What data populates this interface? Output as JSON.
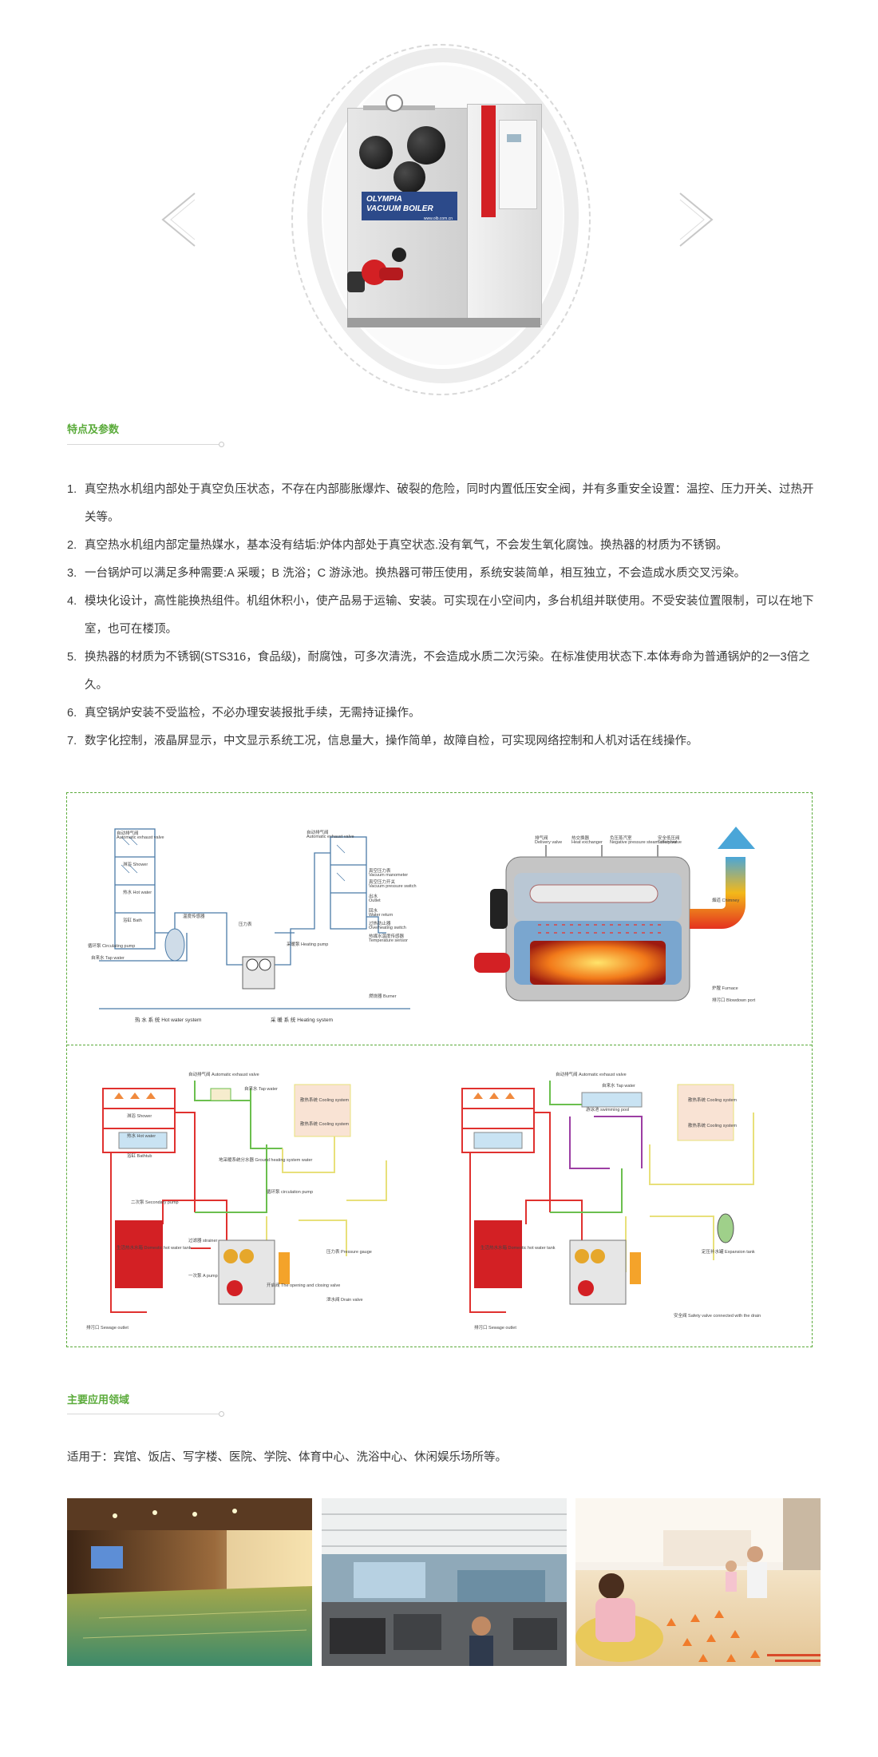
{
  "hero": {
    "brand_line1": "OLYMPIA",
    "brand_line2": "VACUUM BOILER",
    "brand_site": "www.olb.com.cn",
    "prev_icon": "chevron-left-icon",
    "next_icon": "chevron-right-icon"
  },
  "features_section": {
    "title": "特点及参数",
    "items": [
      {
        "num": "1.",
        "text": "真空热水机组内部处于真空负压状态，不存在内部膨胀爆炸、破裂的危险，同时内置低压安全阀，并有多重安全设置：温控、压力开关、过热开关等。"
      },
      {
        "num": "2.",
        "text": "真空热水机组内部定量热媒水，基本没有结垢:炉体内部处于真空状态.没有氧气，不会发生氧化腐蚀。换热器的材质为不锈钢。"
      },
      {
        "num": "3.",
        "text": "一台锅炉可以满足多种需要:A 采暖；B 洗浴；C 游泳池。换热器可带压使用，系统安装简单，相互独立，不会造成水质交叉污染。"
      },
      {
        "num": "4.",
        "text": "模块化设计，高性能换热组件。机组休积小，使产品易于运输、安装。可实现在小空间内，多台机组并联使用。不受安装位置限制，可以在地下室，也可在楼顶。"
      },
      {
        "num": "5.",
        "text": "换热器的材质为不锈钢(STS316，食品级)，耐腐蚀，可多次清洗，不会造成水质二次污染。在标准使用状态下.本体寿命为普通锅炉的2一3倍之久。"
      },
      {
        "num": "6.",
        "text": "真空锅炉安装不受监检，不必办理安装报批手续，无需持证操作。"
      },
      {
        "num": "7.",
        "text": "数字化控制，液晶屏显示，中文显示系统工况，信息量大，操作简单，故障自检，可实现网络控制和人机对话在线操作。"
      }
    ]
  },
  "diagram": {
    "tl_auto_vent": "自动排气阀",
    "tl_auto_vent_en": "Automatic exhaust valve",
    "tl_auto_vent2": "自动排气阀",
    "tl_auto_vent2_en": "Automatic exhaust valve",
    "tl_shower": "淋浴 Shower",
    "tl_hotwater": "热水 Hot water",
    "tl_bath": "浴缸 Bath",
    "tl_circ_pump": "循环泵 Circulating pump",
    "tl_tap_water": "自来水 Tap water",
    "tl_temp_sensor": "温度传感器",
    "tl_pressure_gauge": "压力表",
    "tl_heating_pump": "采暖泵 Heating pump",
    "tl_footer_left": "热 水 系 统 Hot water system",
    "tl_footer_right": "采 暖 系 统 Heating system",
    "tr_labels_left": [
      "真空压力表",
      "Vacuum manometer",
      "真空压力开关",
      "Vacuum pressure switch",
      "出水",
      "Outlet",
      "回水",
      "Water return",
      "过热防止器",
      "Overheating switch",
      "热媒水温度传感器",
      "Temperature sensor"
    ],
    "tr_labels_top": [
      "排气阀",
      "Delivery valve",
      "热交换器",
      "Heat exchanger",
      "负压蒸汽室",
      "Negative pressure steam chamber",
      "安全低压阀",
      "Safety valve"
    ],
    "tr_burner": "燃烧器 Burner",
    "tr_chimney": "烟道 Chimney",
    "tr_furnace": "炉膛 Furnace",
    "tr_blowdown": "排污口 Blowdown port",
    "bl_auto_vent": "自动排气阀 Automatic exhaust valve",
    "bl_tap_water": "自来水 Tap water",
    "bl_shower": "淋浴 Shower",
    "bl_hot_water": "热水 Hot water",
    "bl_bathtub": "浴缸 Bathtub",
    "bl_second_pump": "二次泵 Secondary pump",
    "bl_hot_tank": "生活热水水箱 Domestic hot water tank",
    "bl_a_pump": "一次泵 A pump",
    "bl_strainer": "过滤器 strainer",
    "bl_drain": "排污口 Sewage outlet",
    "bl_heating1": "散热系统 Cooling system",
    "bl_heating2": "散热系统 Cooling system",
    "bl_floor": "地采暖系统分水器 Ground heating system water",
    "bl_circ_pump": "循环泵 circulation pump",
    "bl_opening": "开启阀 The opening and closing valve",
    "bl_drain_valve": "泄水阀 Drain valve",
    "bl_pressure": "压力表 Pressure gauge",
    "br_auto_vent": "自动排气阀 Automatic exhaust valve",
    "br_tap_water": "自来水 Tap water",
    "br_pool": "游泳池 swimming pool",
    "br_cooling1": "散热系统 Cooling system",
    "br_cooling2": "散热系统 Cooling system",
    "br_hot_tank": "生活热水水箱 Domestic hot water tank",
    "br_expansion": "定压补水罐 Expansion tank",
    "br_safety": "安全阀 Safety valve connected with the drain",
    "br_drain": "排污口 Sewage outlet"
  },
  "applications": {
    "title": "主要应用领域",
    "text": "适用于：宾馆、饭店、写字楼、医院、学院、体育中心、洗浴中心、休闲娱乐场所等。",
    "photos": [
      "indoor-pool-photo",
      "office-photo",
      "floor-heating-photo"
    ]
  },
  "colors": {
    "accent": "#5bab3b",
    "red_pipe": "#e0312f",
    "green_pipe": "#6bbf4e",
    "yellow_pipe": "#e8e07a",
    "purple_pipe": "#9c3ea3",
    "blue_pipe": "#4b7ba8"
  }
}
